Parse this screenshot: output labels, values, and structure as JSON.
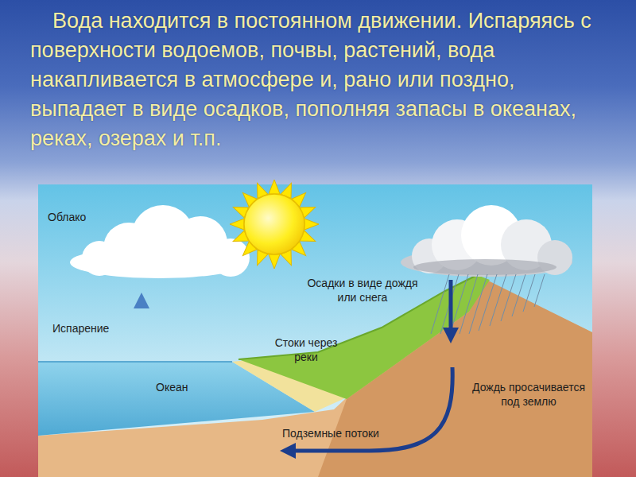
{
  "diagram": {
    "title": "Вода находится в постоянном движении. Испаряясь с поверхности водоемов, почвы, растений, вода накапливается в атмосфере и, рано или поздно, выпадает в виде осадков, пополняя запасы в океанах, реках, озерах и т.п.",
    "labels": [
      "Облако",
      "Осадки в виде дождя или снега",
      "Испарение",
      "Стоки через реки",
      "Океан",
      "Дождь просачивается под землю",
      "Подземные потоки"
    ]
  }
}
